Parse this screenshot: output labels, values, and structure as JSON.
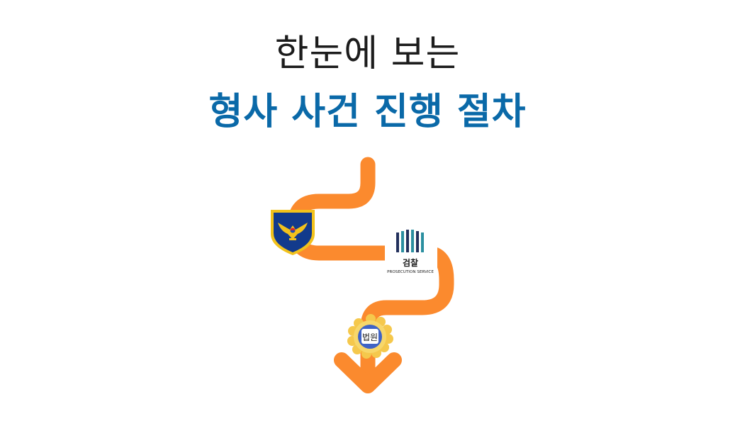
{
  "header": {
    "line1": "한눈에 보는",
    "line2": "형사 사건 진행 절차"
  },
  "colors": {
    "title_dark": "#1c1c1c",
    "title_blue": "#0a69a8",
    "path_orange": "#fb8a2e",
    "police_navy": "#123a8c",
    "police_gold": "#f2c21b",
    "prosecution_navy": "#22305c",
    "prosecution_teal": "#2a8fa0",
    "court_gold": "#f5c84c",
    "court_blue": "#3f63c6"
  },
  "steps": {
    "police": {
      "icon": "police-badge-icon"
    },
    "prosecution": {
      "icon": "prosecution-service-icon",
      "name": "검찰",
      "subtitle": "PROSECUTION SERVICE"
    },
    "court": {
      "icon": "court-emblem-icon",
      "name": "법원"
    }
  },
  "arrow": {
    "icon": "down-arrow-icon"
  }
}
